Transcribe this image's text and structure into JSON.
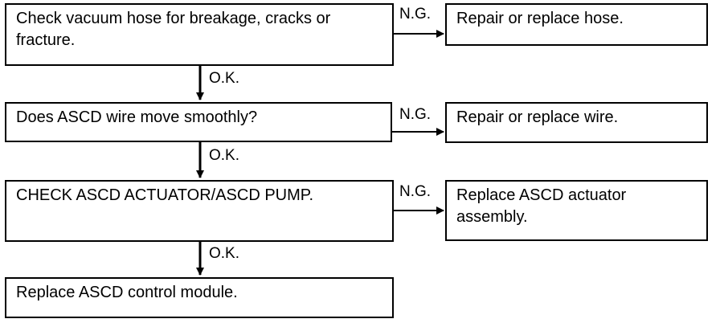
{
  "steps": [
    {
      "text": "Check vacuum hose for breakage, cracks or fracture.",
      "ok": "O.K.",
      "ng": "N.G.",
      "action": "Repair or replace hose."
    },
    {
      "text": "Does ASCD wire move smoothly?",
      "ok": "O.K.",
      "ng": "N.G.",
      "action": "Repair or replace wire."
    },
    {
      "text": "CHECK ASCD ACTUATOR/ASCD PUMP.",
      "ok": "O.K.",
      "ng": "N.G.",
      "action": "Replace ASCD actuator assembly."
    },
    {
      "text": "Replace ASCD control module."
    }
  ]
}
